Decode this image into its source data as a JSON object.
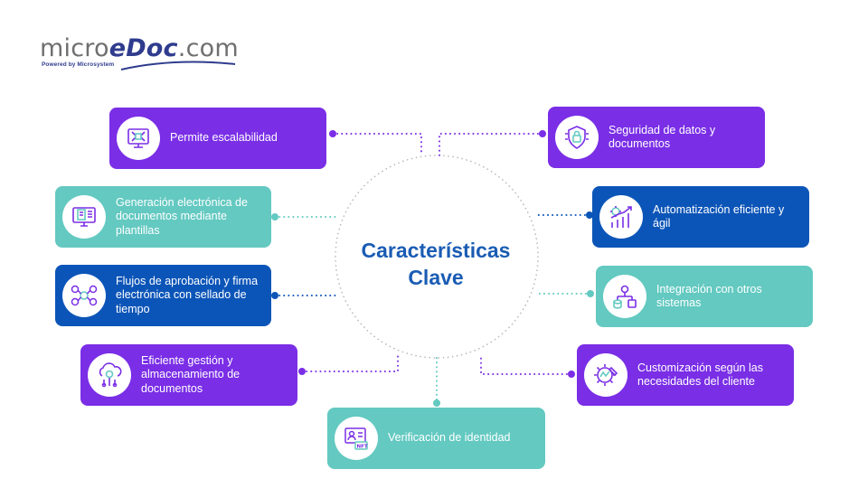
{
  "logo": {
    "part1": "micro",
    "part2": "eDoc",
    "part3": ".com",
    "tagline": "Powered by Microsystem"
  },
  "title": {
    "line1": "Características",
    "line2": "Clave"
  },
  "features": {
    "escalabilidad": "Permite escalabilidad",
    "generacion": "Generación electrónica de documentos mediante plantillas",
    "flujos": "Flujos de aprobación y firma electrónica con sellado de tiempo",
    "gestion": "Eficiente gestión y almacenamiento de documentos",
    "verificacion": "Verificación de identidad",
    "seguridad": "Seguridad de datos y documentos",
    "automatizacion": "Automatización eficiente y ágil",
    "integracion": "Integración con otros sistemas",
    "customizacion": "Customización según las necesidades del cliente"
  },
  "colors": {
    "purple": "#7a2ee6",
    "teal": "#63c9c1",
    "blue": "#0c55b8",
    "title": "#1a5cb4"
  },
  "icons": {
    "escalabilidad": "scalability-icon",
    "generacion": "document-template-icon",
    "flujos": "workflow-icon",
    "gestion": "cloud-storage-icon",
    "verificacion": "identity-nft-icon",
    "seguridad": "shield-lock-icon",
    "automatizacion": "automation-chart-icon",
    "integracion": "integration-icon",
    "customizacion": "gear-wrench-icon"
  }
}
